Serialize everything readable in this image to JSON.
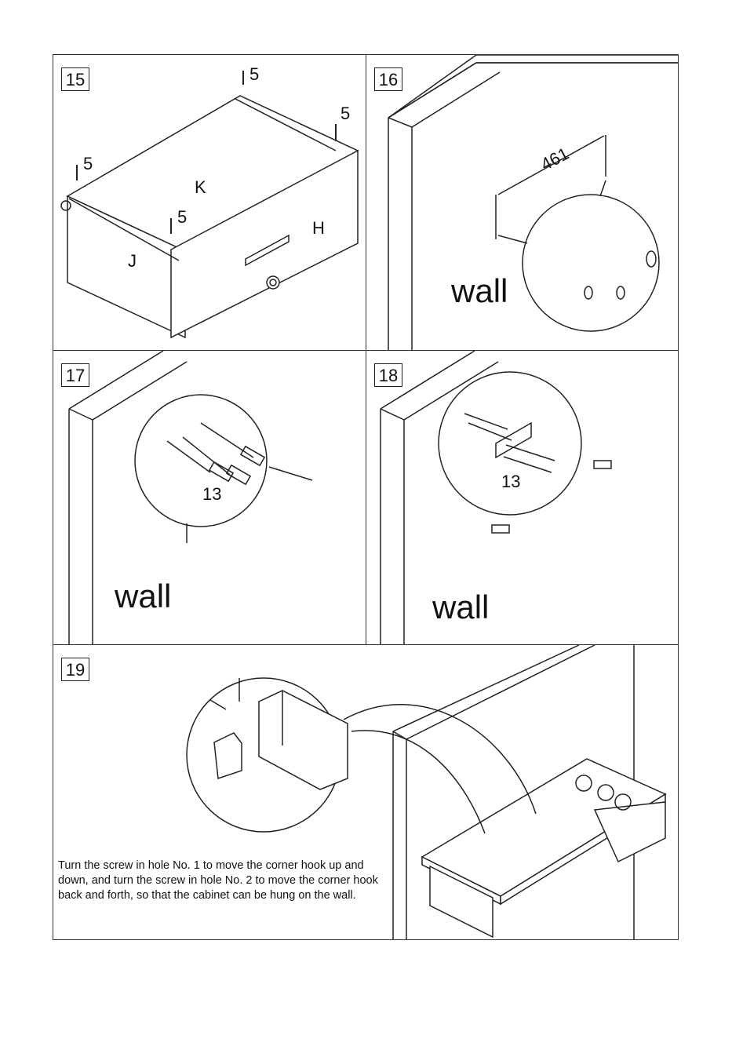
{
  "step15": {
    "number": "15",
    "part_k": "K",
    "part_h": "H",
    "part_j": "J",
    "screw_1": "5",
    "screw_2": "5",
    "screw_3": "5",
    "screw_4": "5"
  },
  "step16": {
    "number": "16",
    "dimension": "461",
    "wall": "wall"
  },
  "step17": {
    "number": "17",
    "part": "13",
    "wall": "wall"
  },
  "step18": {
    "number": "18",
    "part": "13",
    "wall": "wall"
  },
  "step19": {
    "number": "19",
    "instruction": "Turn the screw in hole No. 1 to move the corner hook up and down, and turn the screw in hole No. 2 to move the corner hook back and forth, so that the cabinet can be hung on the wall."
  }
}
